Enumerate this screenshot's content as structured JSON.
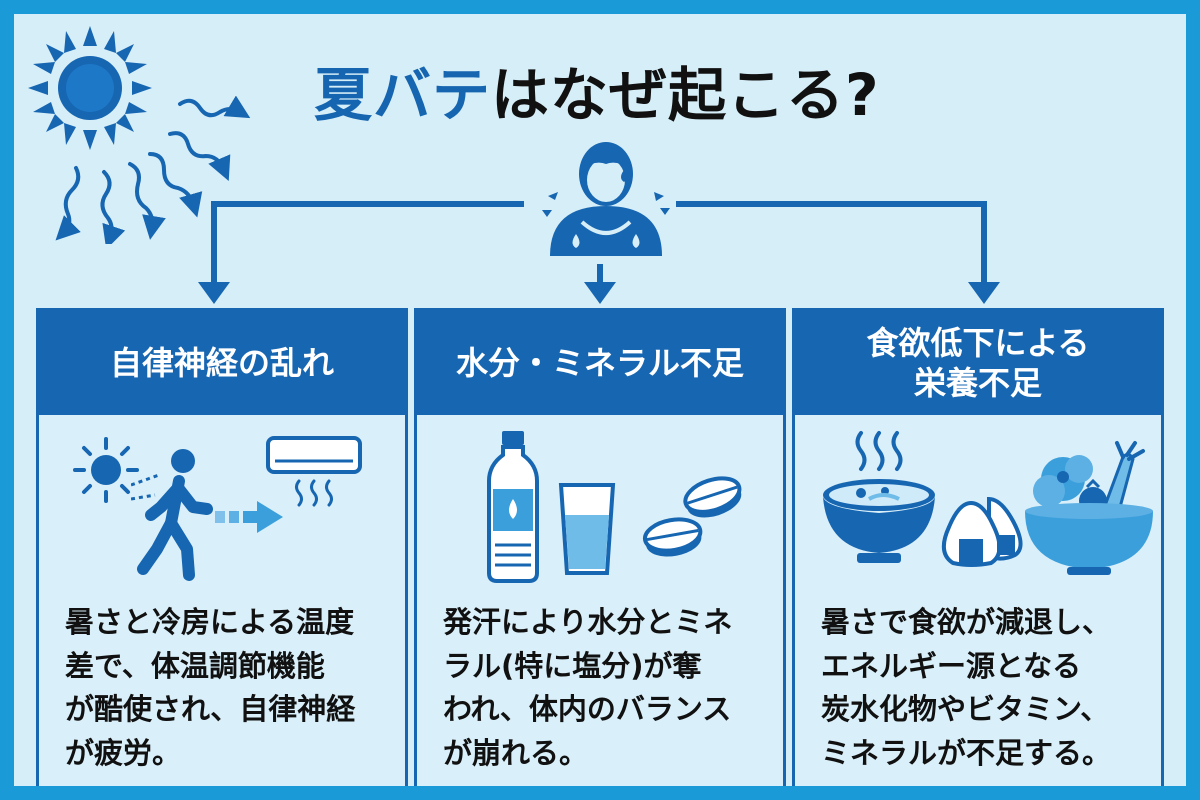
{
  "title": {
    "accent": "夏バテ",
    "rest": "はなぜ起こる?"
  },
  "colors": {
    "border": "#1a9ad6",
    "background": "#d6eef8",
    "primary": "#1766b2",
    "text": "#111111",
    "white": "#ffffff"
  },
  "icons": {
    "header": [
      "sun-icon",
      "heat-wave-icon",
      "sweating-person-icon"
    ],
    "panel1": [
      "small-sun-icon",
      "walking-person-icon",
      "arrow-right-icon",
      "air-conditioner-icon"
    ],
    "panel2": [
      "water-bottle-icon",
      "water-glass-icon",
      "tablet-icon"
    ],
    "panel3": [
      "steaming-bowl-icon",
      "rice-ball-icon",
      "vegetable-bowl-icon"
    ]
  },
  "panels": [
    {
      "title_lines": [
        "自律神経の乱れ"
      ],
      "body_lines": [
        "暑さと冷房による温度",
        "差で、体温調節機能",
        "が酷使され、自律神経",
        "が疲労。"
      ]
    },
    {
      "title_lines": [
        "水分・ミネラル不足"
      ],
      "body_lines": [
        "発汗により水分とミネ",
        "ラル(特に塩分)が奪",
        "われ、体内のバランス",
        "が崩れる。"
      ]
    },
    {
      "title_lines": [
        "食欲低下による",
        "栄養不足"
      ],
      "body_lines": [
        "暑さで食欲が減退し、",
        "エネルギー源となる",
        "炭水化物やビタミン、",
        "ミネラルが不足する。"
      ]
    }
  ]
}
